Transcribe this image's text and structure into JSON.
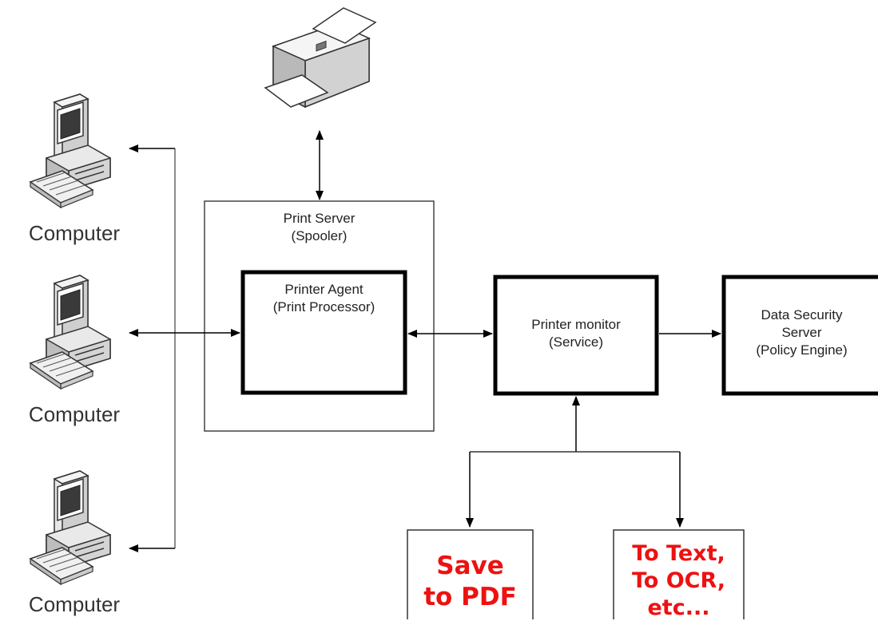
{
  "diagram": {
    "computers": [
      {
        "label": "Computer"
      },
      {
        "label": "Computer"
      },
      {
        "label": "Computer"
      }
    ],
    "print_server": {
      "line1": "Print Server",
      "line2": "(Spooler)"
    },
    "printer_agent": {
      "line1": "Printer Agent",
      "line2": "(Print Processor)"
    },
    "printer_monitor": {
      "line1": "Printer monitor",
      "line2": "(Service)"
    },
    "data_security": {
      "line1": "Data Security",
      "line2": "Server",
      "line3": "(Policy Engine)"
    },
    "save_pdf": {
      "line1": "Save",
      "line2": "to PDF"
    },
    "to_text": {
      "line1": "To Text,",
      "line2": "To OCR,",
      "line3": "etc..."
    },
    "colors": {
      "accent_text": "#ee1111",
      "line": "#000000",
      "server_border": "#555555"
    },
    "icons": [
      "printer-icon",
      "computer-icon"
    ]
  }
}
